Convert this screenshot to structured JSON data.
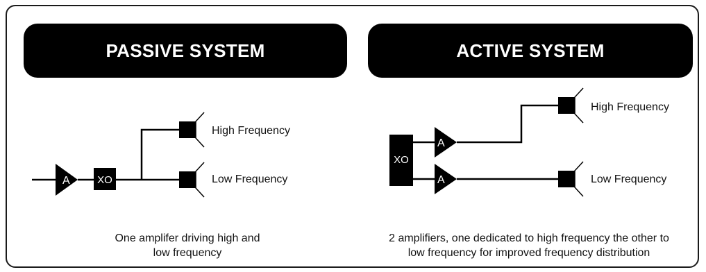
{
  "passive": {
    "title": "PASSIVE SYSTEM",
    "amp_label": "A",
    "xo_label": "XO",
    "high_label": "High Frequency",
    "low_label": "Low Frequency",
    "caption_line1": "One amplifer driving high and",
    "caption_line2": "low frequency"
  },
  "active": {
    "title": "ACTIVE SYSTEM",
    "xo_label": "XO",
    "amp_high_label": "A",
    "amp_low_label": "A",
    "high_label": "High Frequency",
    "low_label": "Low Frequency",
    "caption_line1": "2 amplifiers, one dedicated to high frequency the other to",
    "caption_line2": "low frequency for improved frequency distribution"
  },
  "colors": {
    "ink": "#000000",
    "background": "#ffffff"
  }
}
